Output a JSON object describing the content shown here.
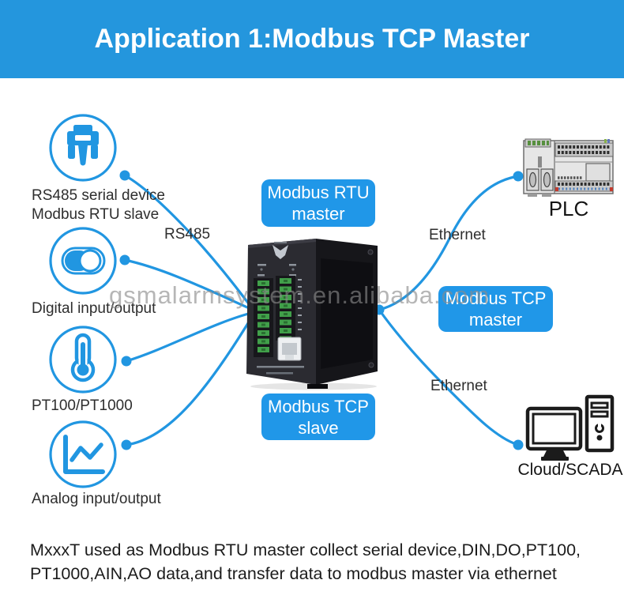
{
  "header": {
    "title": "Application 1:Modbus TCP Master"
  },
  "watermark": {
    "text": "gsmalarmsystem.en.alibaba.com"
  },
  "sources": {
    "serial": {
      "line1": "RS485 serial device",
      "line2": "Modbus RTU slave",
      "icon": "serial-connector-icon"
    },
    "digital": {
      "label": "Digital input/output",
      "icon": "toggle-switch-icon"
    },
    "pt": {
      "label": "PT100/PT1000",
      "icon": "thermometer-icon"
    },
    "analog": {
      "label": "Analog input/output",
      "icon": "line-chart-icon"
    }
  },
  "bus_labels": {
    "left": "RS485",
    "top_right": "Ethernet",
    "bottom_right": "Ethernet"
  },
  "tags": {
    "rtu_master": {
      "line1": "Modbus RTU",
      "line2": "master"
    },
    "tcp_master": {
      "line1": "Modbus TCP",
      "line2": "master"
    },
    "tcp_slave": {
      "line1": "Modbus TCP",
      "line2": "slave"
    }
  },
  "targets": {
    "plc": {
      "label": "PLC",
      "icon": "plc-icon"
    },
    "scada": {
      "label": "Cloud/SCADA",
      "icon": "desktop-computer-icon"
    }
  },
  "footnote": {
    "line1": "MxxxT used as Modbus RTU master collect serial device,DIN,DO,PT100,",
    "line2": "PT1000,AIN,AO data,and transfer data to modbus master via ethernet"
  },
  "colors": {
    "accent": "#2196e1",
    "tag_bg": "#2097e8",
    "banner_bg": "#2496dd",
    "watermark": "#8b8b8b"
  }
}
